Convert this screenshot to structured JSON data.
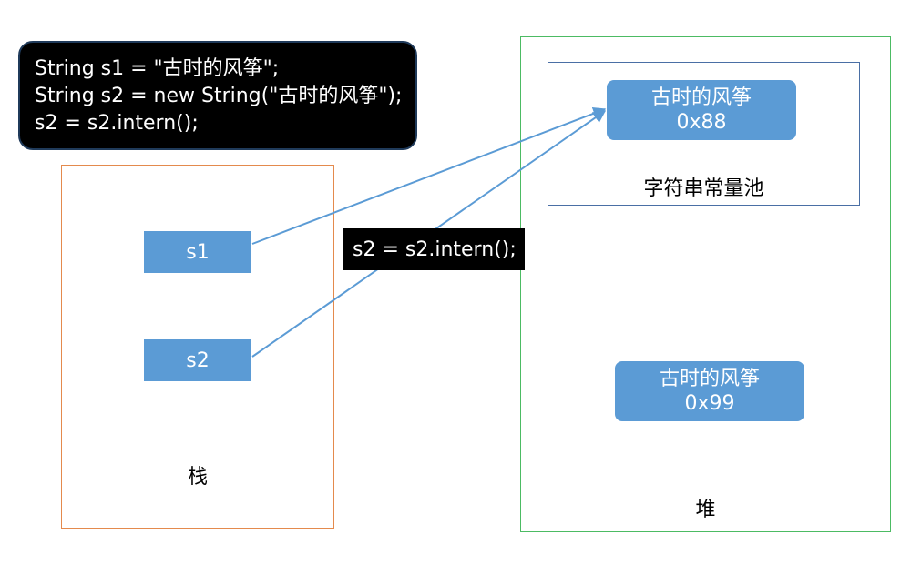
{
  "code": {
    "lines": [
      "String s1 = \"古时的风筝\";",
      "String s2 = new String(\"古时的风筝\");",
      "s2 = s2.intern();"
    ]
  },
  "stack": {
    "label": "栈",
    "vars": [
      "s1",
      "s2"
    ]
  },
  "heap": {
    "label": "堆",
    "pool": {
      "label": "字符串常量池",
      "object": {
        "value": "古时的风筝",
        "address": "0x88"
      }
    },
    "object": {
      "value": "古时的风筝",
      "address": "0x99"
    }
  },
  "intern_label": "s2 = s2.intern();",
  "colors": {
    "box_fill": "#5b9bd5",
    "arrow": "#5b9bd5",
    "stack_border": "#e48a4d",
    "heap_border": "#4cbb63",
    "pool_border": "#4a6fa5"
  }
}
